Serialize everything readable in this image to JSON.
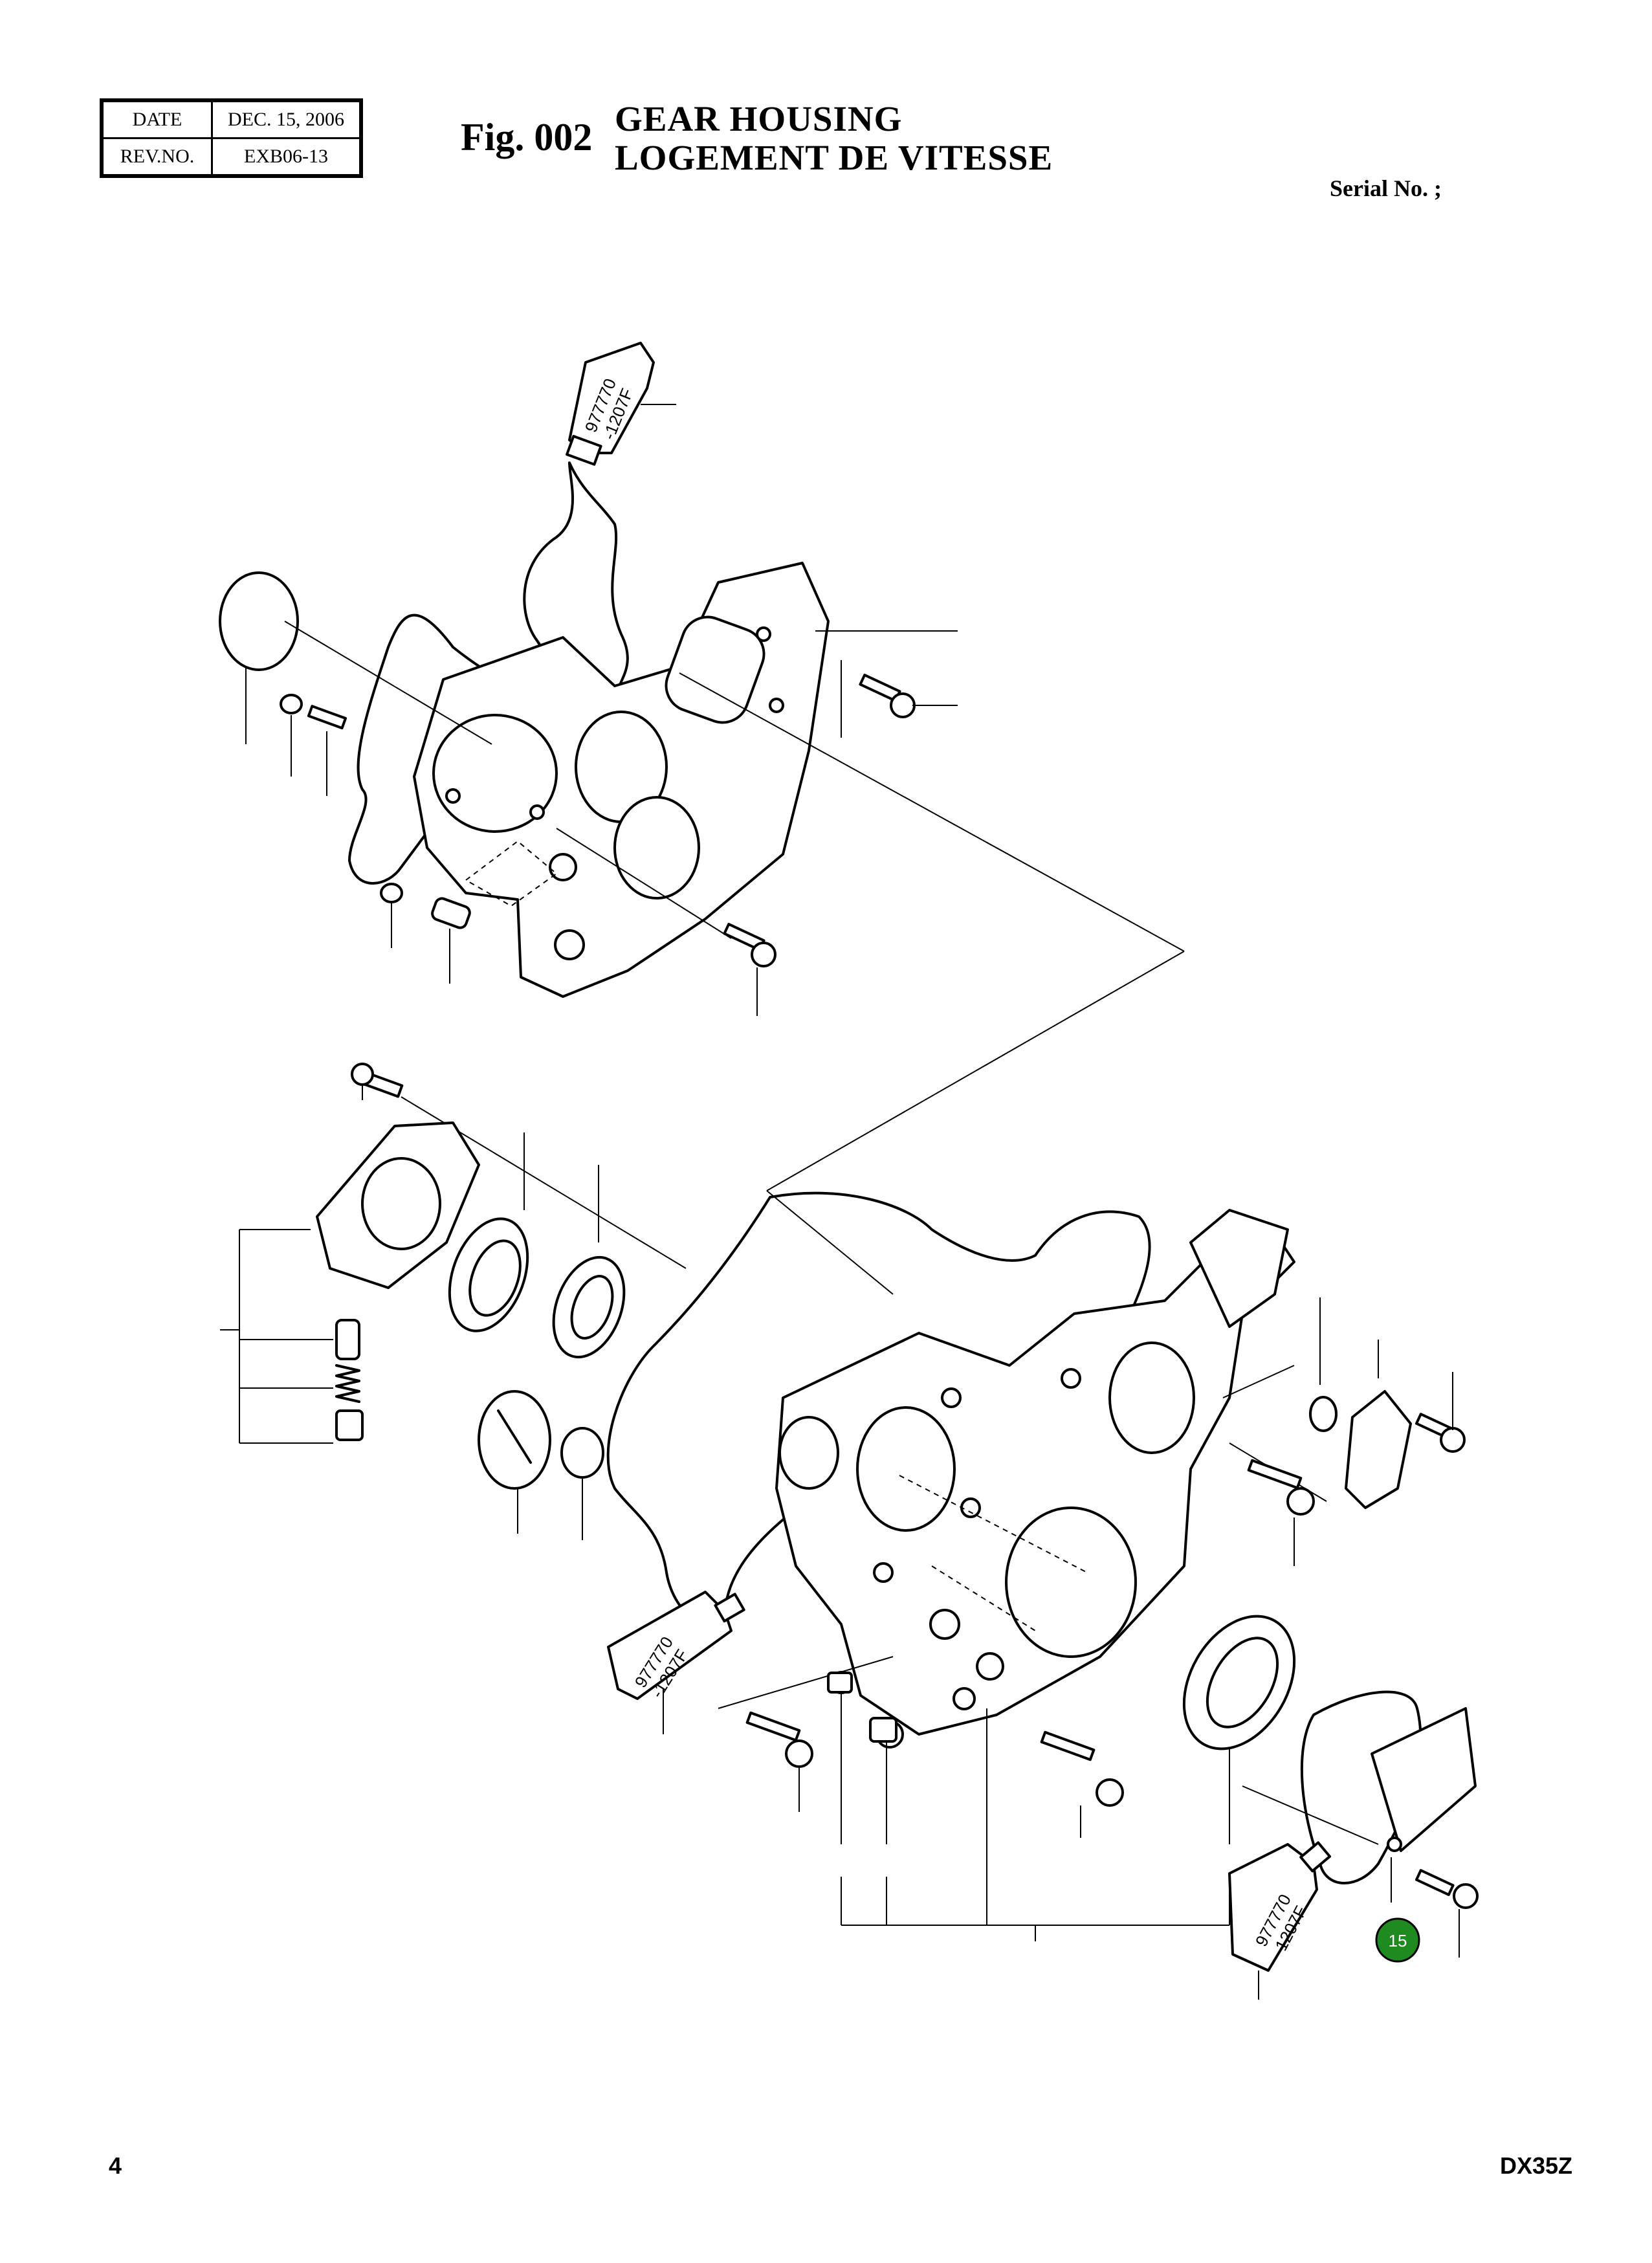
{
  "revision_table": {
    "date_label": "DATE",
    "date_value": "DEC. 15, 2006",
    "rev_label": "REV.NO.",
    "rev_value": "EXB06-13"
  },
  "figure": {
    "number": "Fig. 002",
    "title_en": "GEAR  HOUSING",
    "title_fr": "LOGEMENT  DE  VITESSE",
    "serial_label": "Serial No. ;"
  },
  "sealant_tubes": [
    {
      "line1": "977770",
      "line2": "-1207F"
    },
    {
      "line1": "977770",
      "line2": "-1207F"
    },
    {
      "line1": "977770",
      "line2": "-1207F"
    }
  ],
  "callout": {
    "number": "15",
    "color": "#1f8a1f"
  },
  "footer": {
    "page": "4",
    "model": "DX35Z"
  }
}
